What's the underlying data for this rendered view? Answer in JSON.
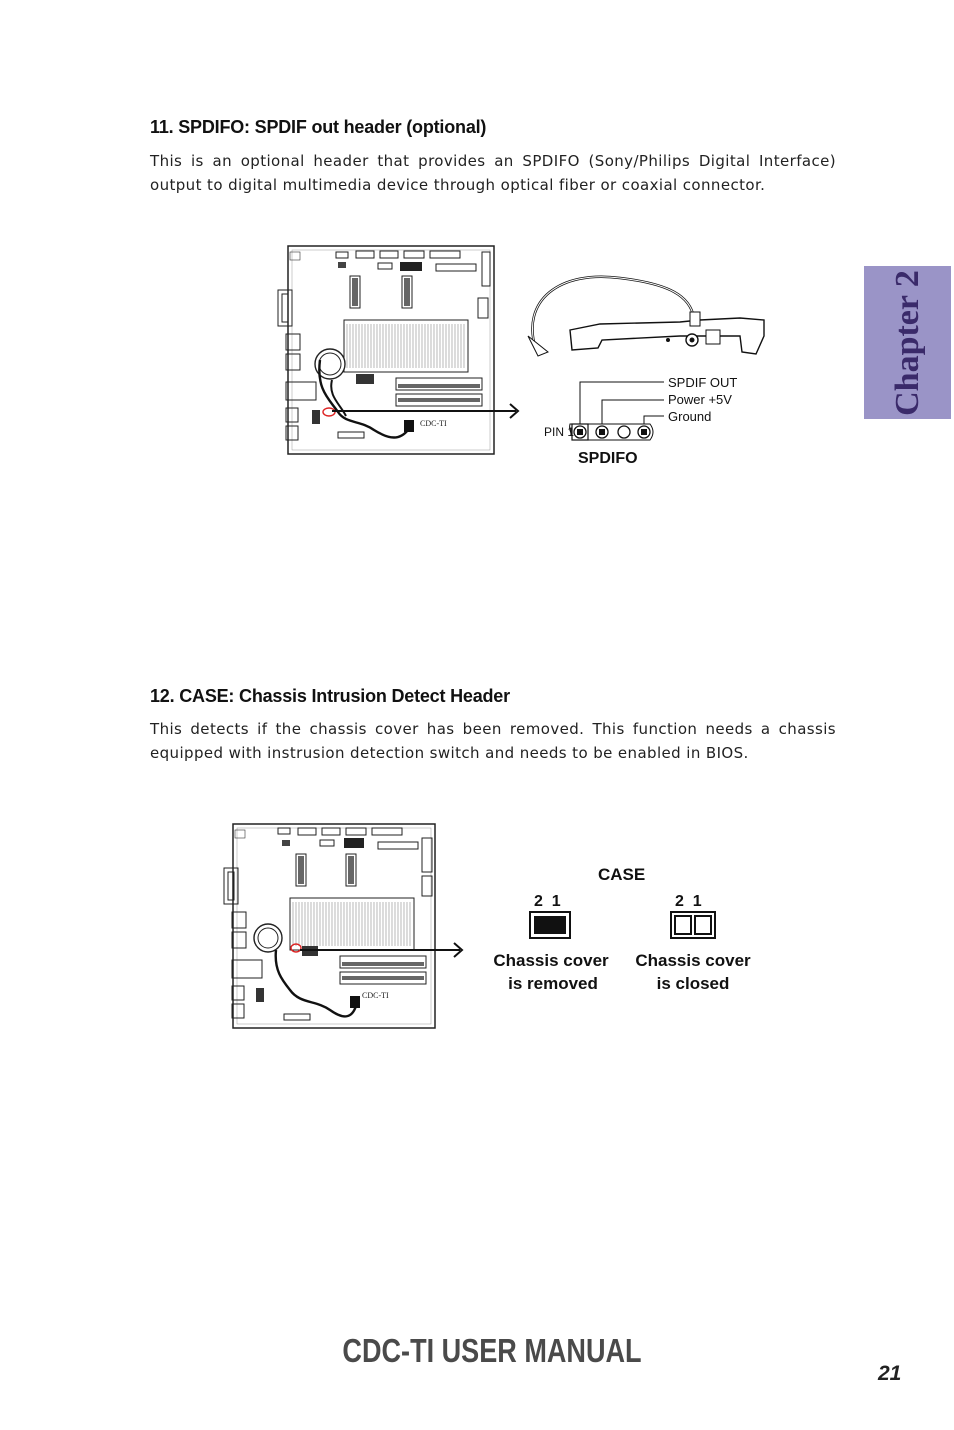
{
  "section11": {
    "heading": "11. SPDIFO: SPDIF out header (optional)",
    "text": "This is an optional header that provides an SPDIFO (Sony/Philips Digital Interface) output to digital multimedia device through optical fiber or coaxial connector.",
    "figure": {
      "board_label": "CDC-TI",
      "pins": [
        "SPDIF OUT",
        "Power +5V",
        "Ground"
      ],
      "pin1_label": "PIN 1",
      "header_name": "SPDIFO"
    }
  },
  "section12": {
    "heading": "12. CASE: Chassis Intrusion Detect Header",
    "text": "This detects if the chassis cover has been removed. This function needs a chassis equipped with instrusion detection switch and needs to be enabled in BIOS.",
    "figure": {
      "board_label": "CDC-TI",
      "title": "CASE",
      "left_pins": "2  1",
      "right_pins": "2  1",
      "left_caption_line1": "Chassis cover",
      "left_caption_line2": "is removed",
      "right_caption_line1": "Chassis cover",
      "right_caption_line2": "is closed"
    }
  },
  "sidebar_tab": "Chapter 2",
  "footer": {
    "manual_title": "CDC-TI USER MANUAL",
    "page_number": "21"
  }
}
